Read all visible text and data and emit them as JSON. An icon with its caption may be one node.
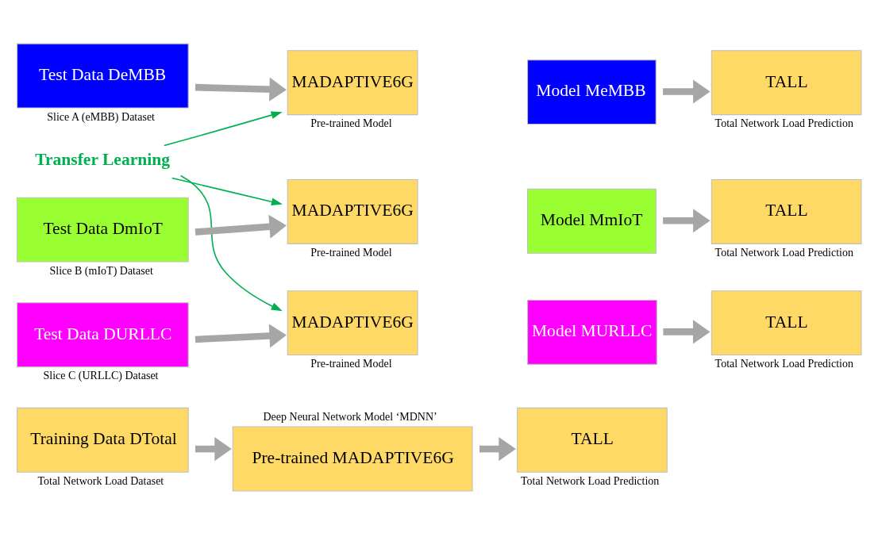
{
  "diagram": {
    "nodes": [
      {
        "text": [
          "Training Data DTotal"
        ],
        "beside": [
          "Total Network Load Dataset"
        ]
      },
      {
        "text": [
          "Deep Neural Network Model ‘MDNN’",
          "Pre-trained MADAPTIVE6G"
        ]
      },
      {
        "text": [
          "TALL"
        ],
        "beside": [
          "Total Network Load Prediction"
        ]
      },
      {
        "text": [
          "Transfer Learning"
        ]
      },
      {
        "text": [
          "Test Data DeMBB"
        ],
        "beside": [
          "Slice A (eMBB) Dataset"
        ]
      },
      {
        "text": [
          "MADAPTIVE6G"
        ],
        "beside": [
          "Pre-trained Model"
        ]
      },
      {
        "text": [
          "Model MeMBB"
        ]
      },
      {
        "text": [
          "TALL"
        ],
        "beside": [
          "Total Network Load Prediction"
        ]
      },
      {
        "text": [
          "Test Data DmIoT"
        ],
        "beside": [
          "Slice B (mIoT) Dataset"
        ]
      },
      {
        "text": [
          "MADAPTIVE6G"
        ],
        "beside": [
          "Pre-trained Model"
        ]
      },
      {
        "text": [
          "Model MmIoT"
        ]
      },
      {
        "text": [
          "TALL"
        ],
        "beside": [
          "Total Network Load Prediction"
        ]
      },
      {
        "text": [
          "Test Data DURLLC"
        ],
        "beside": [
          "Slice C (URLLC) Dataset"
        ]
      },
      {
        "text": [
          "MADAPTIVE6G"
        ],
        "beside": [
          "Pre-trained Model"
        ]
      },
      {
        "text": [
          "Model MURLLC"
        ]
      },
      {
        "text": [
          "TALL"
        ],
        "beside": [
          "Total Network Load Prediction"
        ]
      }
    ],
    "edges": [
      {
        "from": 0,
        "to": 1,
        "arrow": "to"
      },
      {
        "from": 1,
        "to": 2,
        "arrow": "to"
      },
      {
        "from": 3,
        "to": 5,
        "arrow": "to",
        "color": "#00b050"
      },
      {
        "from": 3,
        "to": 9,
        "arrow": "to",
        "color": "#00b050"
      },
      {
        "from": 3,
        "to": 13,
        "arrow": "to",
        "color": "#00b050"
      },
      {
        "from": 4,
        "to": 5,
        "arrow": "to"
      },
      {
        "from": 6,
        "to": 7,
        "arrow": "to"
      },
      {
        "from": 8,
        "to": 9,
        "arrow": "to"
      },
      {
        "from": 10,
        "to": 11,
        "arrow": "to"
      },
      {
        "from": 12,
        "to": 13,
        "arrow": "to"
      },
      {
        "from": 14,
        "to": 15,
        "arrow": "to"
      }
    ]
  }
}
